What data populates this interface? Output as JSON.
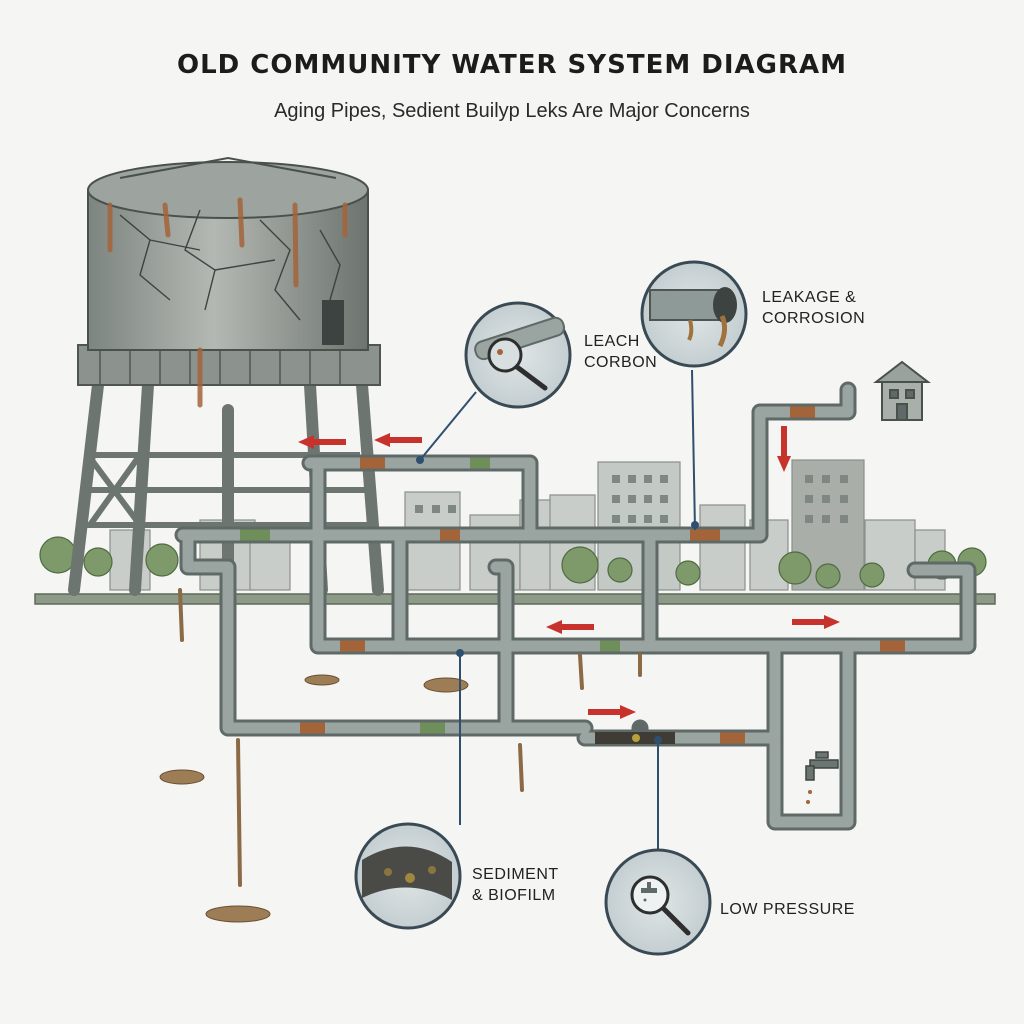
{
  "header": {
    "title": "OLD COMMUNITY WATER SYSTEM DIAGRAM",
    "subtitle": "Aging Pipes, Sedient Builyp Leks Are Major Concerns"
  },
  "callouts": {
    "leach": {
      "line1": "LEACH",
      "line2": "CORBON"
    },
    "leakage": {
      "line1": "LEAKAGE &",
      "line2": "CORROSION"
    },
    "sediment": {
      "line1": "SEDIMENT",
      "line2": "& BIOFILM"
    },
    "pressure": {
      "line1": "LOW PRESSURE"
    }
  },
  "colors": {
    "pipe": "#8e9a97",
    "pipe_dark": "#5f6a68",
    "rust": "#a4643a",
    "moss": "#6f8f5a",
    "flow_arrow": "#c8322d",
    "callout_line": "#2f4f6f",
    "ground": "#7a8a74"
  }
}
